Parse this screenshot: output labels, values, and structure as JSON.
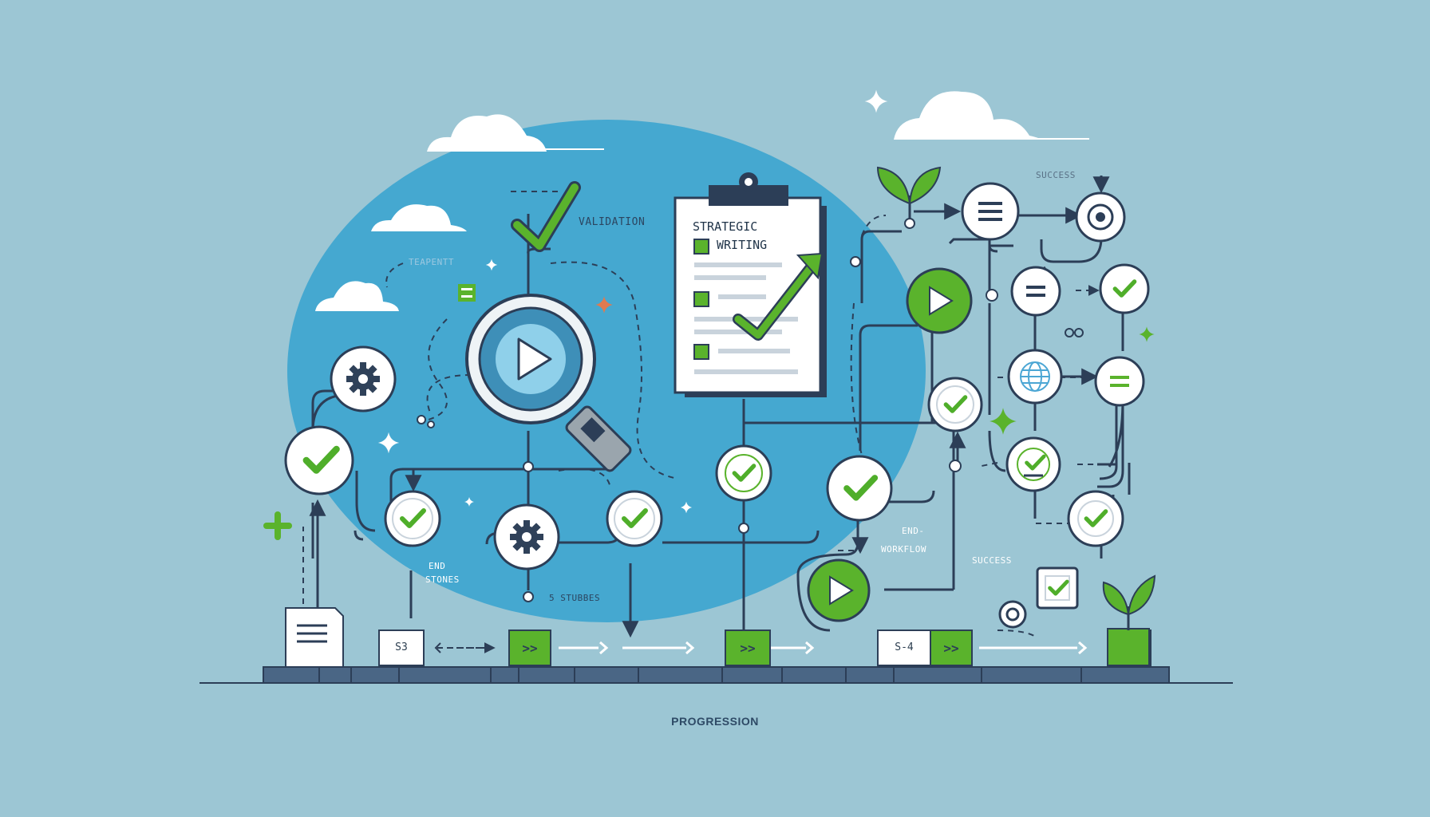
{
  "labels": {
    "validation": "VALIDATION",
    "strategic_1": "STRATEGIC",
    "strategic_2": "WRITING",
    "faint_top": "TEAPENTT",
    "success_top": "SUCCESS",
    "end_stones_1": "END",
    "end_stones_2": "STONES",
    "s_stages": "5 STUBBES",
    "end_workflow_1": "END-",
    "end_workflow_2": "WORKFLOW",
    "success_right": "SUCCESS",
    "box_s3": "S3",
    "box_s4": "S-4",
    "progression": "PROGRESSION"
  },
  "colors": {
    "background": "#9cc6d4",
    "blob": "#45a8d0",
    "accent_green": "#5ab32c",
    "line_navy": "#2c3e57",
    "node_white": "#ffffff"
  },
  "icons": [
    "check-icon",
    "gear-icon",
    "play-icon",
    "magnifier-icon",
    "clipboard-icon",
    "globe-icon",
    "menu-icon",
    "target-icon",
    "document-icon",
    "sparkle-icon",
    "plant-icon",
    "cloud-icon"
  ]
}
